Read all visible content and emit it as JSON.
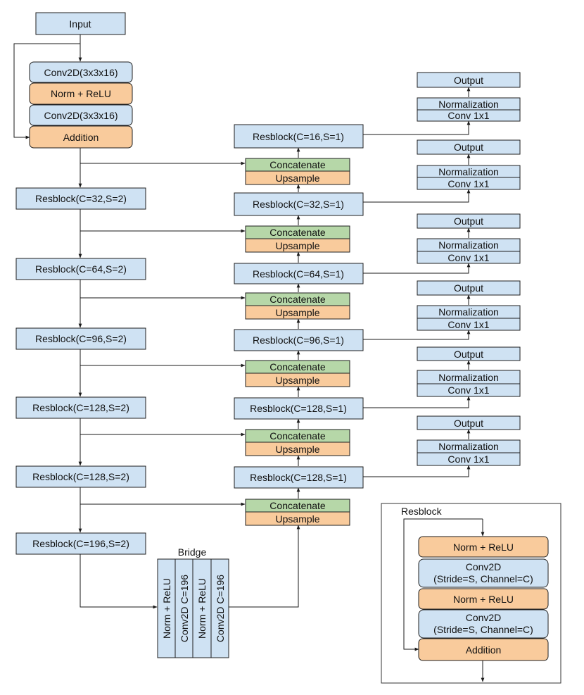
{
  "encoder": {
    "input": "Input",
    "stem": {
      "conv1": "Conv2D(3x3x16)",
      "norm": "Norm + ReLU",
      "conv2": "Conv2D(3x3x16)",
      "add": "Addition"
    },
    "blocks": [
      "Resblock(C=32,S=2)",
      "Resblock(C=64,S=2)",
      "Resblock(C=96,S=2)",
      "Resblock(C=128,S=2)",
      "Resblock(C=128,S=2)",
      "Resblock(C=196,S=2)"
    ]
  },
  "bridge": {
    "title": "Bridge",
    "columns": [
      "Norm + ReLU",
      "Conv2D C=196",
      "Norm + ReLU",
      "Conv2D C=196"
    ]
  },
  "decoder": {
    "blocks": [
      "Resblock(C=16,S=1)",
      "Resblock(C=32,S=1)",
      "Resblock(C=64,S=1)",
      "Resblock(C=96,S=1)",
      "Resblock(C=128,S=1)",
      "Resblock(C=128,S=1)"
    ],
    "concat_label": "Concatenate",
    "upsample_label": "Upsample"
  },
  "outputs": {
    "output_label": "Output",
    "norm_label": "Normalization",
    "conv_label": "Conv 1x1"
  },
  "legend": {
    "title": "Resblock",
    "norm": "Norm + ReLU",
    "conv_line1": "Conv2D",
    "conv_line2": "(Stride=S, Channel=C)",
    "add": "Addition"
  },
  "colors": {
    "conv_blue": "#cfe2f3",
    "norm_orange": "#f9cb9c",
    "concat_green": "#b6d7a8"
  }
}
